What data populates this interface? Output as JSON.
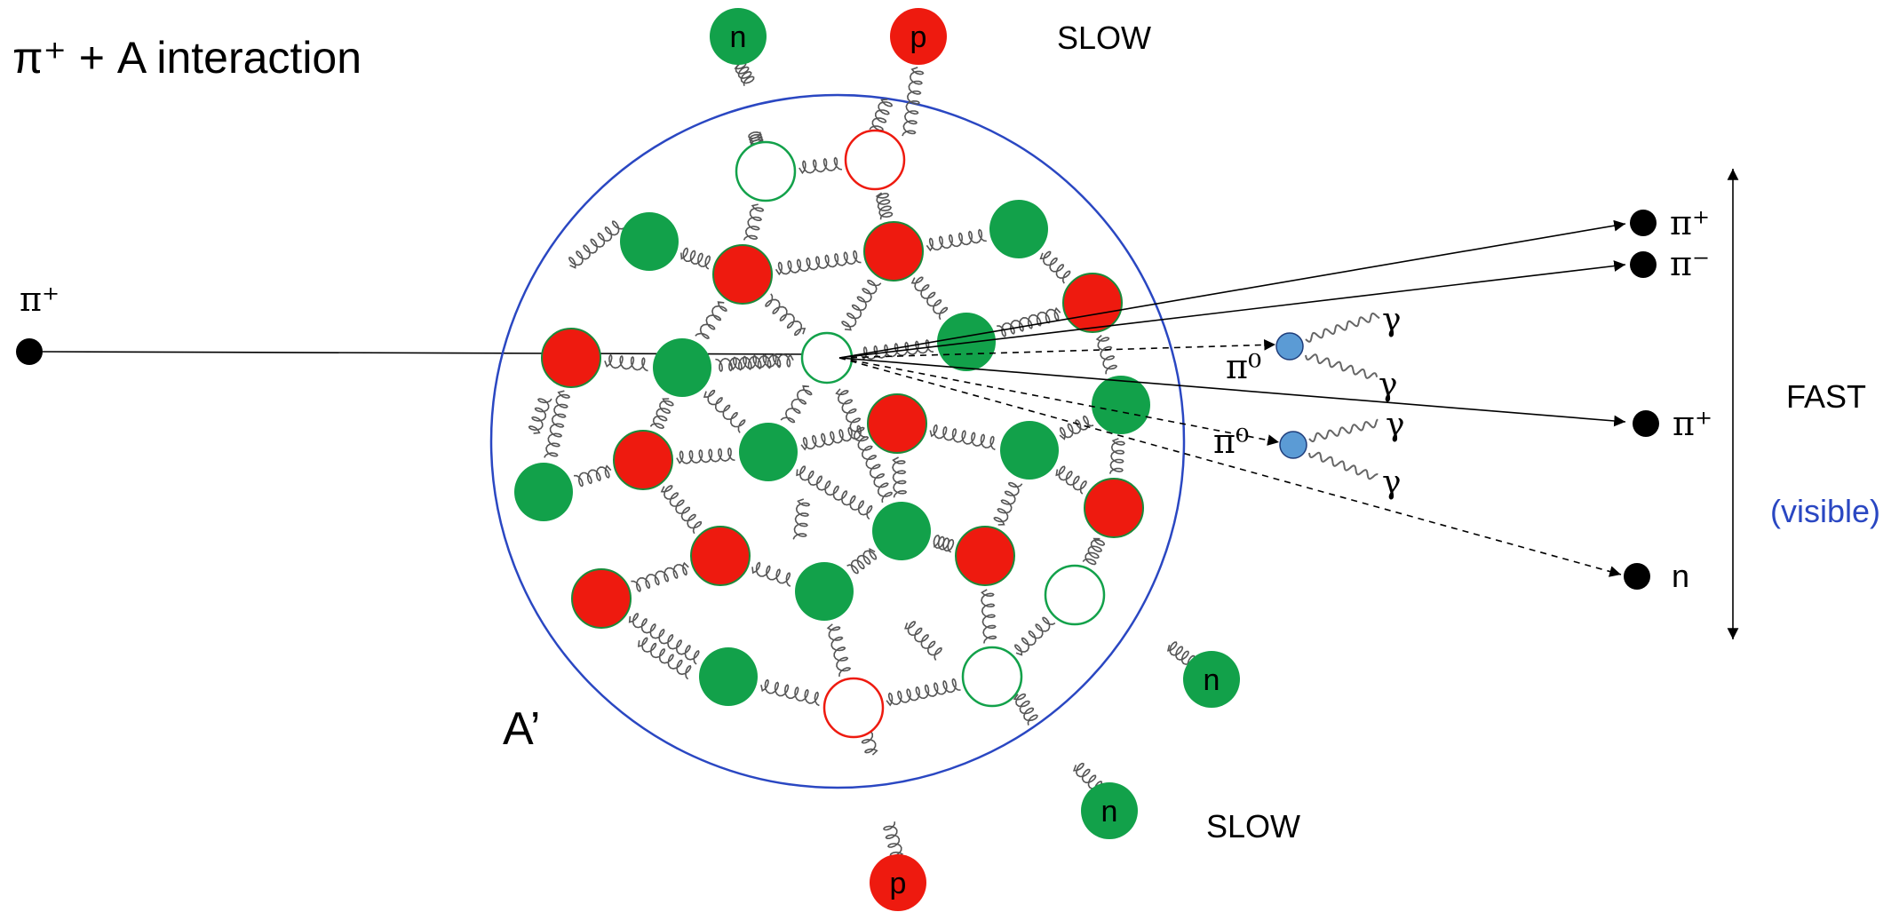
{
  "title": "π⁺ + A interaction",
  "incoming": {
    "particle_label": "π⁺"
  },
  "nucleus_label": "A’",
  "slow_label_top": "SLOW",
  "slow_label_bottom": "SLOW",
  "fast_label": "FAST",
  "visible_label": "(visible)",
  "neutron_symbol": "n",
  "proton_symbol": "p",
  "pi0_label": "π⁰",
  "gamma_label": "γ",
  "outgoing": [
    {
      "label": "π⁺"
    },
    {
      "label": "π⁻"
    },
    {
      "label": "π⁺"
    },
    {
      "label": "n"
    }
  ],
  "colors": {
    "neutron": "#12a14a",
    "proton": "#ee1a0f",
    "nucleus_outline": "#2a47c2",
    "pi0": "#5b9bd5",
    "visible_text": "#2a47c2"
  }
}
